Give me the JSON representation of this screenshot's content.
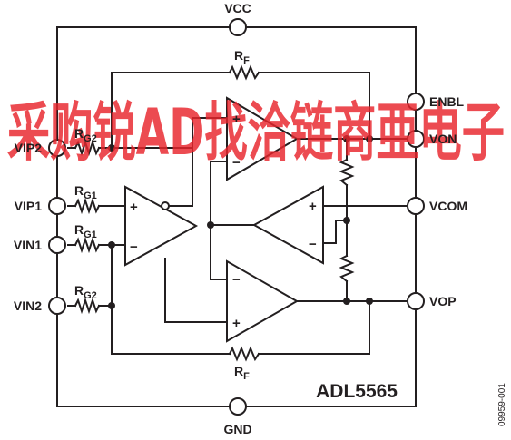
{
  "watermark": {
    "text": "采购锐AD找洽链商亜电子",
    "color": "#e8242b"
  },
  "pins": {
    "vcc": "VCC",
    "gnd": "GND",
    "enbl": "ENBL",
    "von": "VON",
    "vcom": "VCOM",
    "vop": "VOP",
    "vip2": "VIP2",
    "vip1": "VIP1",
    "vin1": "VIN1",
    "vin2": "VIN2"
  },
  "resistors": {
    "rf_top": {
      "main": "R",
      "sub": "F"
    },
    "rf_bottom": {
      "main": "R",
      "sub": "F"
    },
    "rg2_top": {
      "main": "R",
      "sub": "G2"
    },
    "rg1_top": {
      "main": "R",
      "sub": "G1"
    },
    "rg1_bottom": {
      "main": "R",
      "sub": "G1"
    },
    "rg2_bottom": {
      "main": "R",
      "sub": "G2"
    }
  },
  "opamp_signs": {
    "plus": "+",
    "minus": "−"
  },
  "part_number": "ADL5565",
  "figure_id": "09959-001"
}
